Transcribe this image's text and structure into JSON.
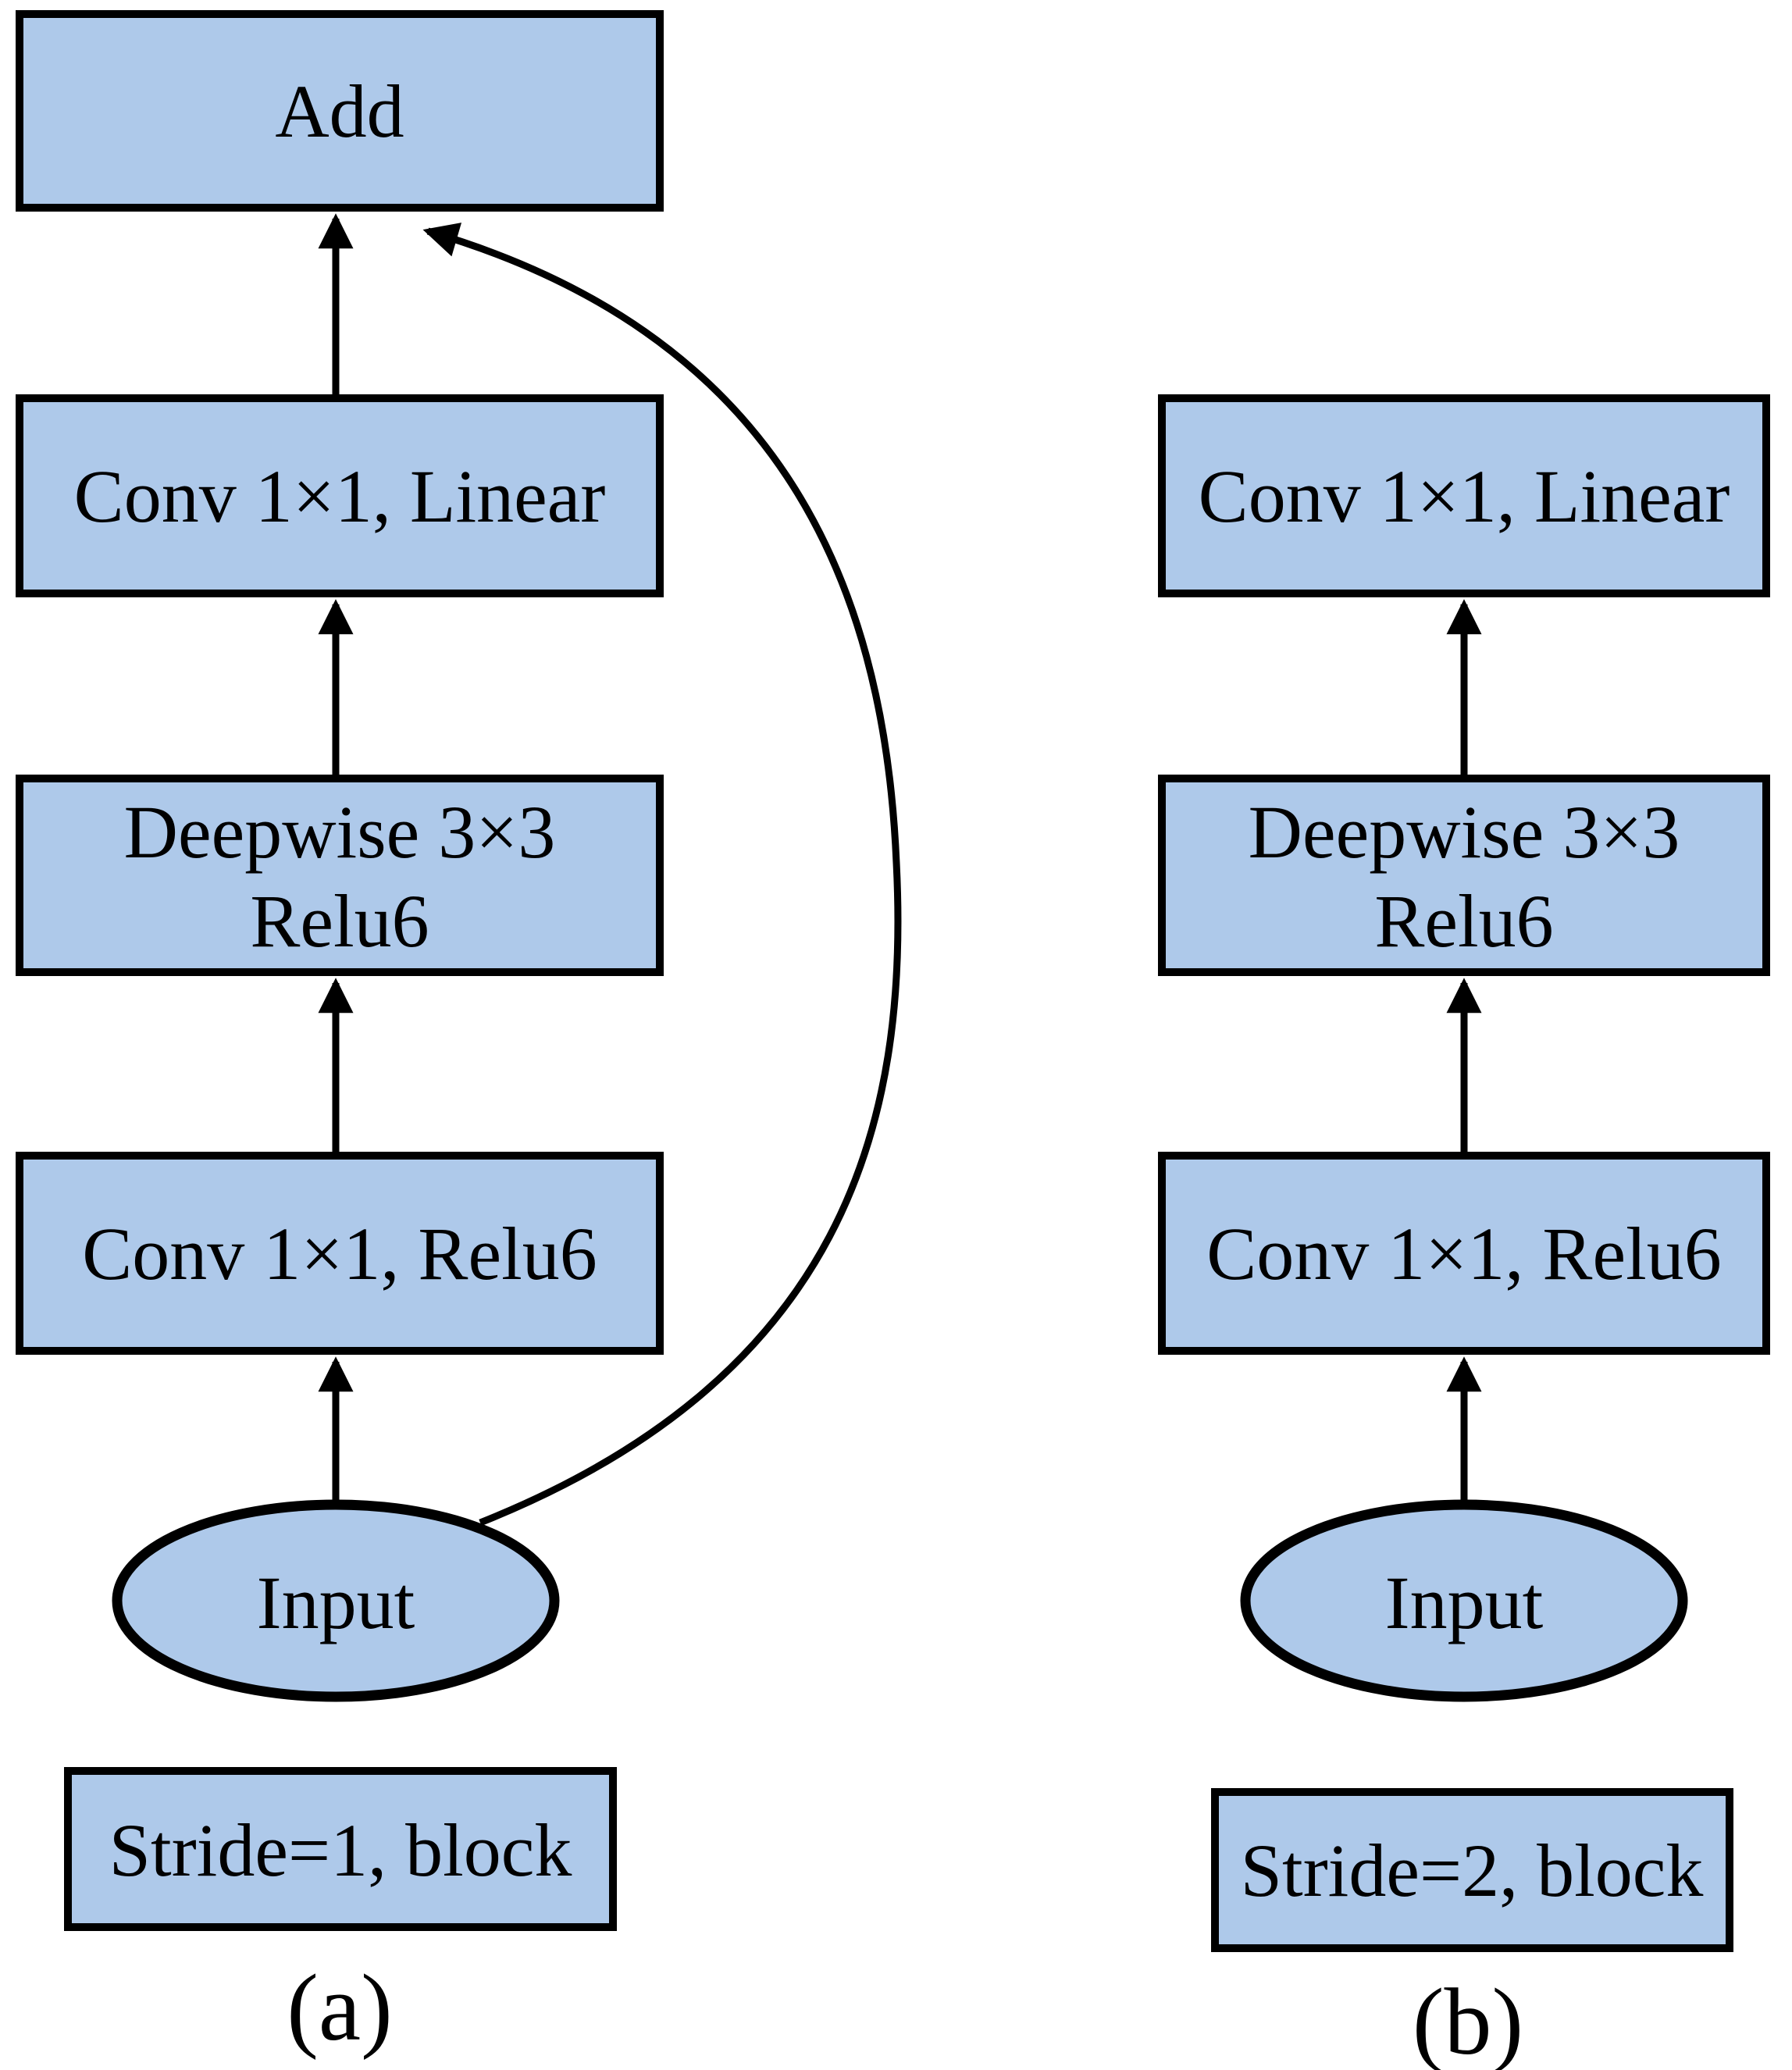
{
  "figure": {
    "colors": {
      "node_fill": "#aec9ea",
      "border": "#000000",
      "background": "#ffffff"
    },
    "block_a": {
      "caption": "(a)",
      "nodes": {
        "add": "Add",
        "conv_linear": "Conv 1×1, Linear",
        "deepwise_line1": "Deepwise 3×3",
        "deepwise_line2": "Relu6",
        "conv_relu6": "Conv 1×1, Relu6",
        "input": "Input",
        "stride": "Stride=1, block"
      }
    },
    "block_b": {
      "caption": "(b)",
      "nodes": {
        "conv_linear": "Conv 1×1, Linear",
        "deepwise_line1": "Deepwise 3×3",
        "deepwise_line2": "Relu6",
        "conv_relu6": "Conv 1×1, Relu6",
        "input": "Input",
        "stride": "Stride=2, block"
      }
    }
  }
}
